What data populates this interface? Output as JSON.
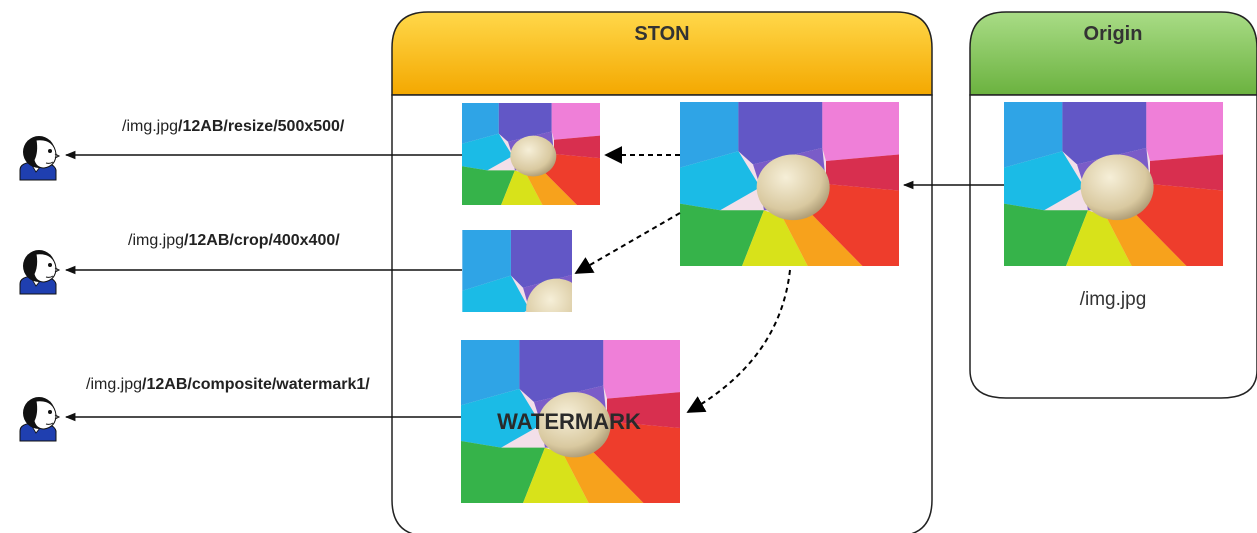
{
  "ston": {
    "title": "STON",
    "header_color": "#ffbf1a"
  },
  "origin": {
    "title": "Origin",
    "header_color": "#86c75e",
    "file_label": "/img.jpg"
  },
  "requests": [
    {
      "prefix": "/img.jpg",
      "path": "/12AB/resize/500x500/"
    },
    {
      "prefix": "/img.jpg",
      "path": "/12AB/crop/400x400/"
    },
    {
      "prefix": "/img.jpg",
      "path": "/12AB/composite/watermark1/"
    }
  ],
  "watermark_text": "WATERMARK",
  "icons": {
    "client": "person-head-icon",
    "image": "pinwheel-photo"
  }
}
